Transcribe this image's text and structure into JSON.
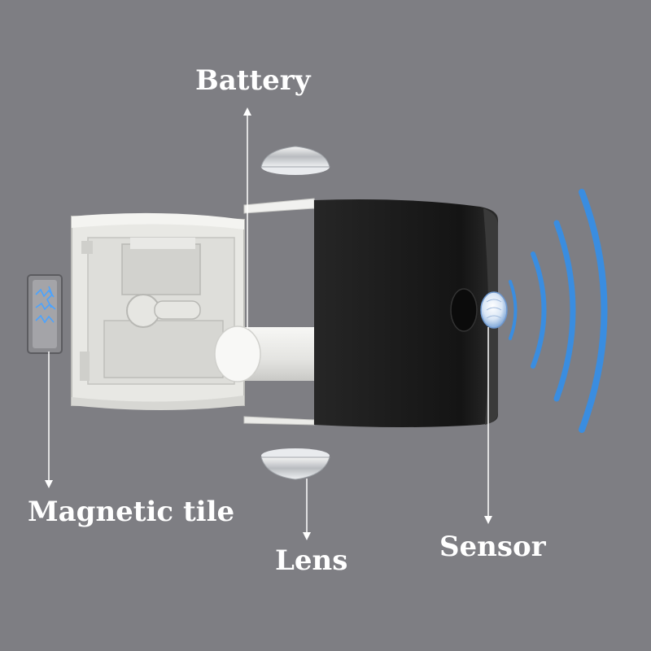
{
  "labels": {
    "battery": "Battery",
    "magnetic_tile": "Magnetic tile",
    "lens": "Lens",
    "sensor": "Sensor"
  },
  "colors": {
    "background": "#7e7e83",
    "housing": "#e6e6e2",
    "cover": "#1a1a1a",
    "signal_waves": "#3a8de0",
    "text": "#ffffff"
  },
  "icons": [
    "magnet-icon",
    "lens-icon",
    "battery-icon",
    "sensor-icon",
    "signal-wave-icon"
  ]
}
